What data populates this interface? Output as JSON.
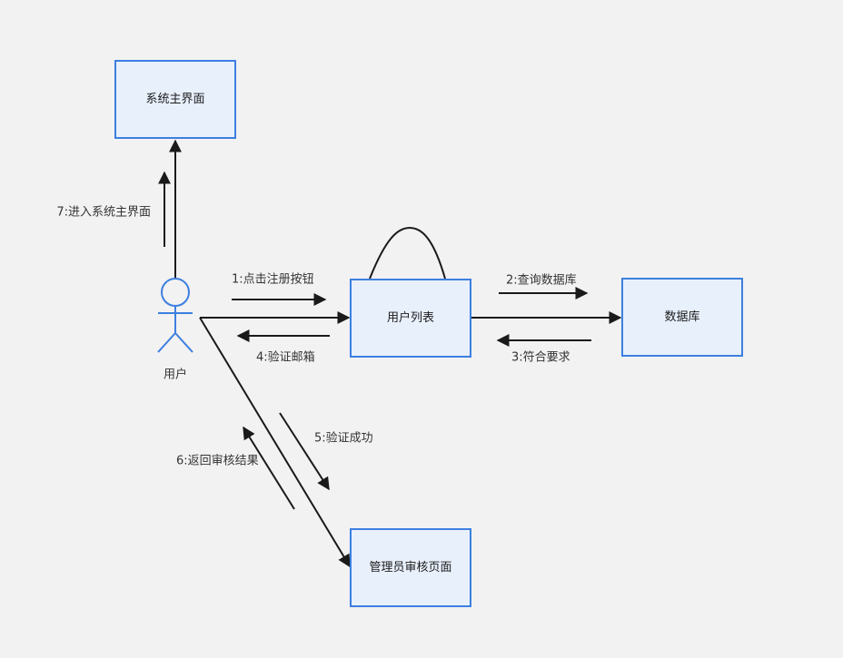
{
  "colors": {
    "background": "#f2f2f2",
    "box_fill": "#e8f0fc",
    "box_border": "#3d7fe0",
    "line": "#1a1a1a",
    "text": "#333333"
  },
  "actor": {
    "label": "用户"
  },
  "boxes": {
    "main_ui": "系统主界面",
    "user_list": "用户列表",
    "database": "数据库",
    "admin_review": "管理员审核页面"
  },
  "messages": {
    "m1": "1:点击注册按钮",
    "m2": "2:查询数据库",
    "m3": "3:符合要求",
    "m4": "4:验证邮箱",
    "m5": "5:验证成功",
    "m6": "6:返回审核结果",
    "m7": "7:进入系统主界面"
  }
}
